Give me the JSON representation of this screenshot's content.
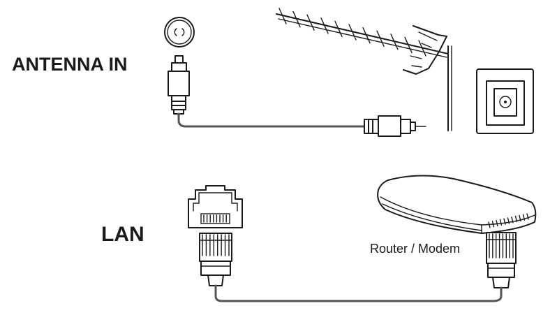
{
  "labels": {
    "antenna_in": "ANTENNA IN",
    "lan": "LAN",
    "router": "Router / Modem"
  }
}
